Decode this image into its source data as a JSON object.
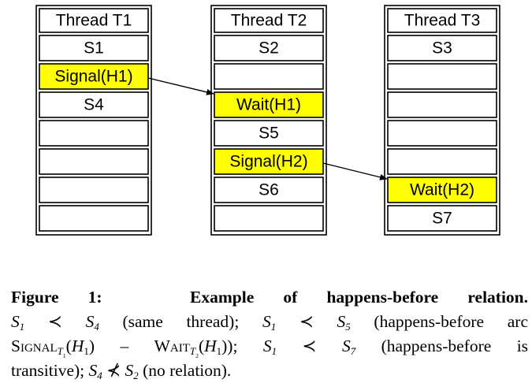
{
  "threads": [
    {
      "title": "Thread T1",
      "cells": [
        "S1",
        "Signal(H1)",
        "S4",
        "",
        "",
        "",
        ""
      ],
      "highlight": [
        false,
        true,
        false,
        false,
        false,
        false,
        false
      ]
    },
    {
      "title": "Thread T2",
      "cells": [
        "S2",
        "",
        "Wait(H1)",
        "S5",
        "Signal(H2)",
        "S6",
        ""
      ],
      "highlight": [
        false,
        false,
        true,
        false,
        true,
        false,
        false
      ]
    },
    {
      "title": "Thread T3",
      "cells": [
        "S3",
        "",
        "",
        "",
        "",
        "Wait(H2)",
        "S7"
      ],
      "highlight": [
        false,
        false,
        false,
        false,
        false,
        true,
        false
      ]
    }
  ],
  "arcs": [
    {
      "from": "Signal(H1)",
      "to": "Wait(H1)"
    },
    {
      "from": "Signal(H2)",
      "to": "Wait(H2)"
    }
  ],
  "colors": {
    "highlight": "#ffff00",
    "cell": "#ffffff",
    "stroke": "#000000"
  },
  "caption": {
    "label": "Figure 1:",
    "title": "Example of happens-before relation.",
    "line2_a": "(same thread);",
    "line2_b": "(happens-before arc",
    "line3_a": "(happens-before is",
    "line4_a": "transitive);",
    "line4_b": "(no relation).",
    "sym": {
      "S1": "S",
      "S4": "S",
      "S5": "S",
      "S7": "S",
      "S2": "S",
      "sub1": "1",
      "sub4": "4",
      "sub5": "5",
      "sub7": "7",
      "sub2": "2",
      "prec": "≺",
      "notprec": "⊀",
      "signal": "Signal",
      "wait": "Wait",
      "T1": "T",
      "T2": "T",
      "tsub1": "1",
      "tsub2": "2",
      "H": "H",
      "hsub1": "1",
      "dash": "–",
      "open": "(",
      "close": ")",
      "closeSemi": ");"
    }
  }
}
